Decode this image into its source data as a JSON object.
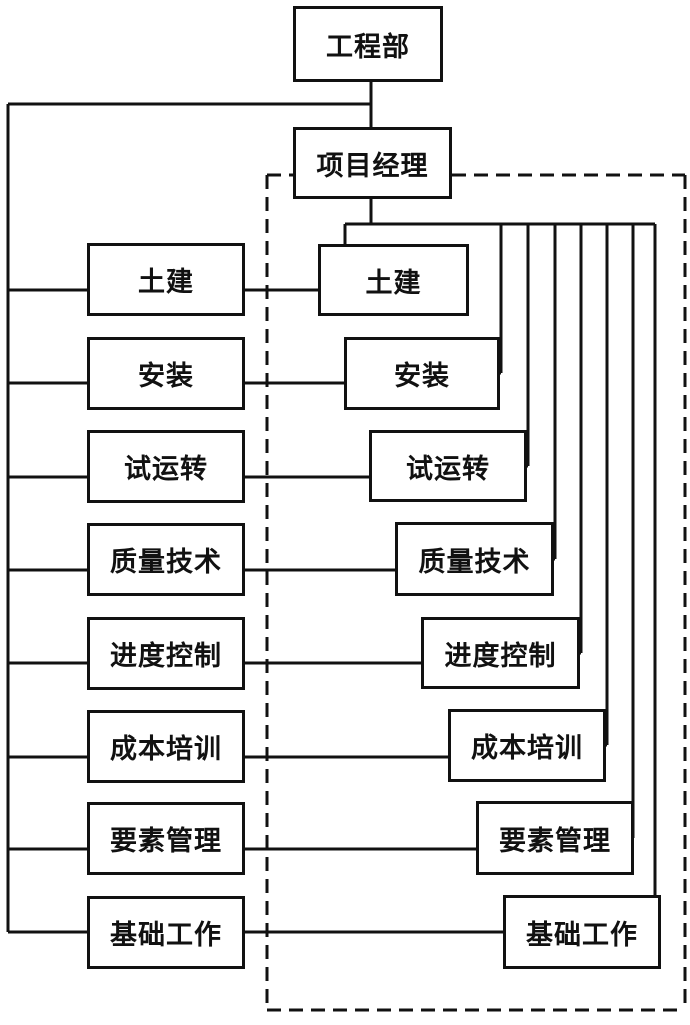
{
  "top": {
    "label": "工程部"
  },
  "manager": {
    "label": "项目经理"
  },
  "departments": [
    {
      "label": "土建"
    },
    {
      "label": "安装"
    },
    {
      "label": "试运转"
    },
    {
      "label": "质量技术"
    },
    {
      "label": "进度控制"
    },
    {
      "label": "成本培训"
    },
    {
      "label": "要素管理"
    },
    {
      "label": "基础工作"
    }
  ],
  "project_units": [
    {
      "label": "土建"
    },
    {
      "label": "安装"
    },
    {
      "label": "试运转"
    },
    {
      "label": "质量技术"
    },
    {
      "label": "进度控制"
    },
    {
      "label": "成本培训"
    },
    {
      "label": "要素管理"
    },
    {
      "label": "基础工作"
    }
  ],
  "colors": {
    "line": "#111111",
    "box_border": "#111111",
    "background": "#ffffff"
  }
}
